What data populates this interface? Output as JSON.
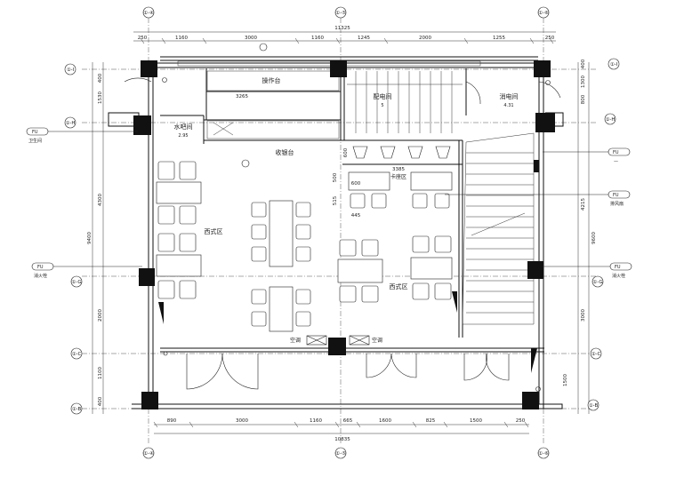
{
  "dims": {
    "top_total": "11325",
    "top_segments": [
      "250",
      "1160",
      "3000",
      "1160",
      "1245",
      "2000",
      "1255",
      "250"
    ],
    "bottom_total": "10835",
    "bottom_segments": [
      "890",
      "3000",
      "1160",
      "665",
      "1600",
      "825",
      "1500",
      "250"
    ],
    "left_segments": [
      "400",
      "1530",
      "4300",
      "2000",
      "1100",
      "400"
    ],
    "left_total": "9400",
    "right_segments": [
      "400",
      "1300",
      "800",
      "4215",
      "3000",
      "1500"
    ],
    "right_total": "9600",
    "inner": [
      "3265",
      "3385",
      "600",
      "515",
      "445",
      "500",
      "600"
    ]
  },
  "rooms": {
    "op_counter": "操作台",
    "distribution": "配电间",
    "distribution_area": "5",
    "fire_room": "消电间",
    "fire_room_area": "4.31",
    "water_bar": "水吧间",
    "water_bar_area": "2.95",
    "cashier": "收银台",
    "dining_left": "西式区",
    "dining_right": "西式区",
    "counter_area": "卡座区",
    "ac_left": "空调",
    "ac_right": "空调"
  },
  "axes": {
    "top": [
      "①-④",
      "①-⑤",
      "①-⑥"
    ],
    "bottom": [
      "①-④",
      "①-⑤",
      "①-⑥"
    ],
    "left": [
      "①-Ⅰ",
      "①-H",
      "①-G",
      "①-C"
    ],
    "left_last": "①-B",
    "right": [
      "①-Ⅰ",
      "①-H",
      "①-G",
      "①-C"
    ],
    "right_last": "①-B"
  },
  "tags": {
    "fu": "FU",
    "left_notes": [
      "卫生间",
      "消火栓"
    ],
    "right_notes": [
      "—",
      "排风扇",
      "消火栓"
    ]
  }
}
